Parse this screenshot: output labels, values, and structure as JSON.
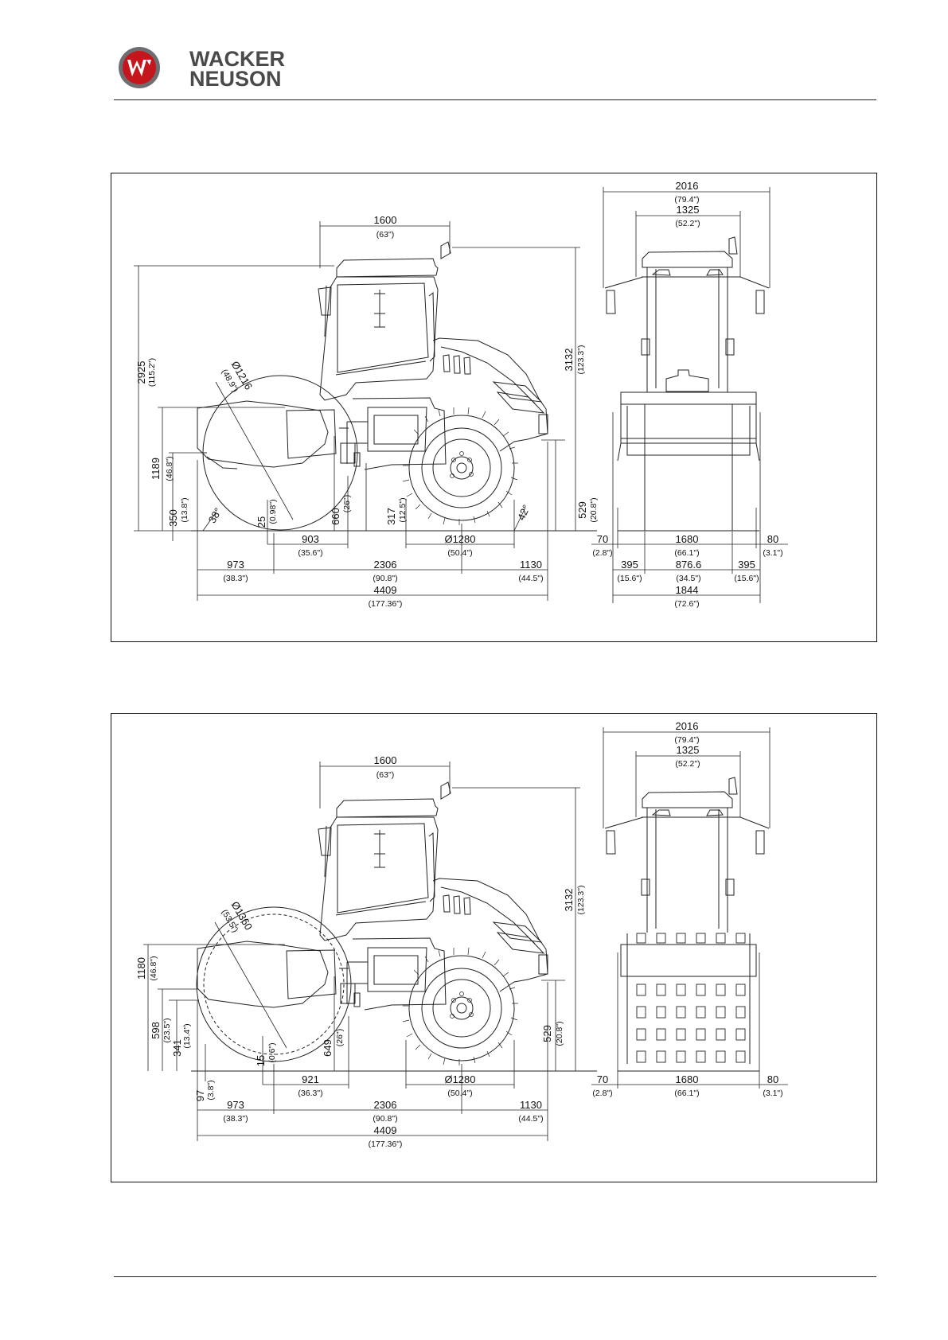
{
  "brand": {
    "line1": "WACKER",
    "line2": "NEUSON"
  },
  "colors": {
    "logo_red": "#c4161c",
    "logo_grey": "#6d6e71",
    "line": "#111111"
  },
  "drawings": [
    {
      "side": {
        "cab_width": {
          "value": "1600",
          "sub": "(63\")"
        },
        "total_height": {
          "value": "3132",
          "sub": "(123.3\")"
        },
        "height_low": {
          "value": "2925",
          "sub": "(115.2\")"
        },
        "drum_diameter": {
          "value": "Ø1216",
          "sub": "(48.9\")"
        },
        "drum_axis_height": {
          "value": "1189",
          "sub": "(46.8\")"
        },
        "ground_clear": {
          "value": "350",
          "sub": "(13.8\")"
        },
        "angle_front": {
          "value": "38°"
        },
        "drum_offset": {
          "value": "25",
          "sub": "(0.98\")"
        },
        "frame_height": {
          "value": "660",
          "sub": "(26\")"
        },
        "step_height": {
          "value": "317",
          "sub": "(12.5\")"
        },
        "angle_rear": {
          "value": "42°"
        },
        "rear_height": {
          "value": "529",
          "sub": "(20.8\")"
        },
        "drum_to_center": {
          "value": "903",
          "sub": "(35.6\")"
        },
        "wheel_diameter": {
          "value": "Ø1280",
          "sub": "(50.4\")"
        },
        "front_overhang": {
          "value": "973",
          "sub": "(38.3\")"
        },
        "wheelbase": {
          "value": "2306",
          "sub": "(90.8\")"
        },
        "rear_overhang": {
          "value": "1130",
          "sub": "(44.5\")"
        },
        "total_length": {
          "value": "4409",
          "sub": "(177.36\")"
        }
      },
      "front": {
        "mirror_width": {
          "value": "2016",
          "sub": "(79.4\")"
        },
        "cab_width": {
          "value": "1325",
          "sub": "(52.2\")"
        },
        "left_gap": {
          "value": "70",
          "sub": "(2.8\")"
        },
        "drum_width": {
          "value": "1680",
          "sub": "(66.1\")"
        },
        "right_gap": {
          "value": "80",
          "sub": "(3.1\")"
        },
        "seg_left": {
          "value": "395",
          "sub": "(15.6\")"
        },
        "seg_mid": {
          "value": "876.6",
          "sub": "(34.5\")"
        },
        "seg_right": {
          "value": "395",
          "sub": "(15.6\")"
        },
        "overall": {
          "value": "1844",
          "sub": "(72.6\")"
        }
      }
    },
    {
      "side": {
        "cab_width": {
          "value": "1600",
          "sub": "(63\")"
        },
        "total_height": {
          "value": "3132",
          "sub": "(123.3\")"
        },
        "drum_diameter": {
          "value": "Ø1360",
          "sub": "(53.5\")"
        },
        "drum_axis_height": {
          "value": "1180",
          "sub": "(46.8\")"
        },
        "pad_height": {
          "value": "598",
          "sub": "(23.5\")"
        },
        "ground_clear": {
          "value": "341",
          "sub": "(13.4\")"
        },
        "drum_offset": {
          "value": "15",
          "sub": "(0.6\")"
        },
        "frame_height": {
          "value": "649",
          "sub": "(26\")"
        },
        "pad_length": {
          "value": "97",
          "sub": "(3.8\")"
        },
        "rear_height": {
          "value": "529",
          "sub": "(20.8\")"
        },
        "drum_to_center": {
          "value": "921",
          "sub": "(36.3\")"
        },
        "wheel_diameter": {
          "value": "Ø1280",
          "sub": "(50.4\")"
        },
        "front_overhang": {
          "value": "973",
          "sub": "(38.3\")"
        },
        "wheelbase": {
          "value": "2306",
          "sub": "(90.8\")"
        },
        "rear_overhang": {
          "value": "1130",
          "sub": "(44.5\")"
        },
        "total_length": {
          "value": "4409",
          "sub": "(177.36\")"
        }
      },
      "front": {
        "mirror_width": {
          "value": "2016",
          "sub": "(79.4\")"
        },
        "cab_width": {
          "value": "1325",
          "sub": "(52.2\")"
        },
        "left_gap": {
          "value": "70",
          "sub": "(2.8\")"
        },
        "drum_width": {
          "value": "1680",
          "sub": "(66.1\")"
        },
        "right_gap": {
          "value": "80",
          "sub": "(3.1\")"
        }
      }
    }
  ]
}
